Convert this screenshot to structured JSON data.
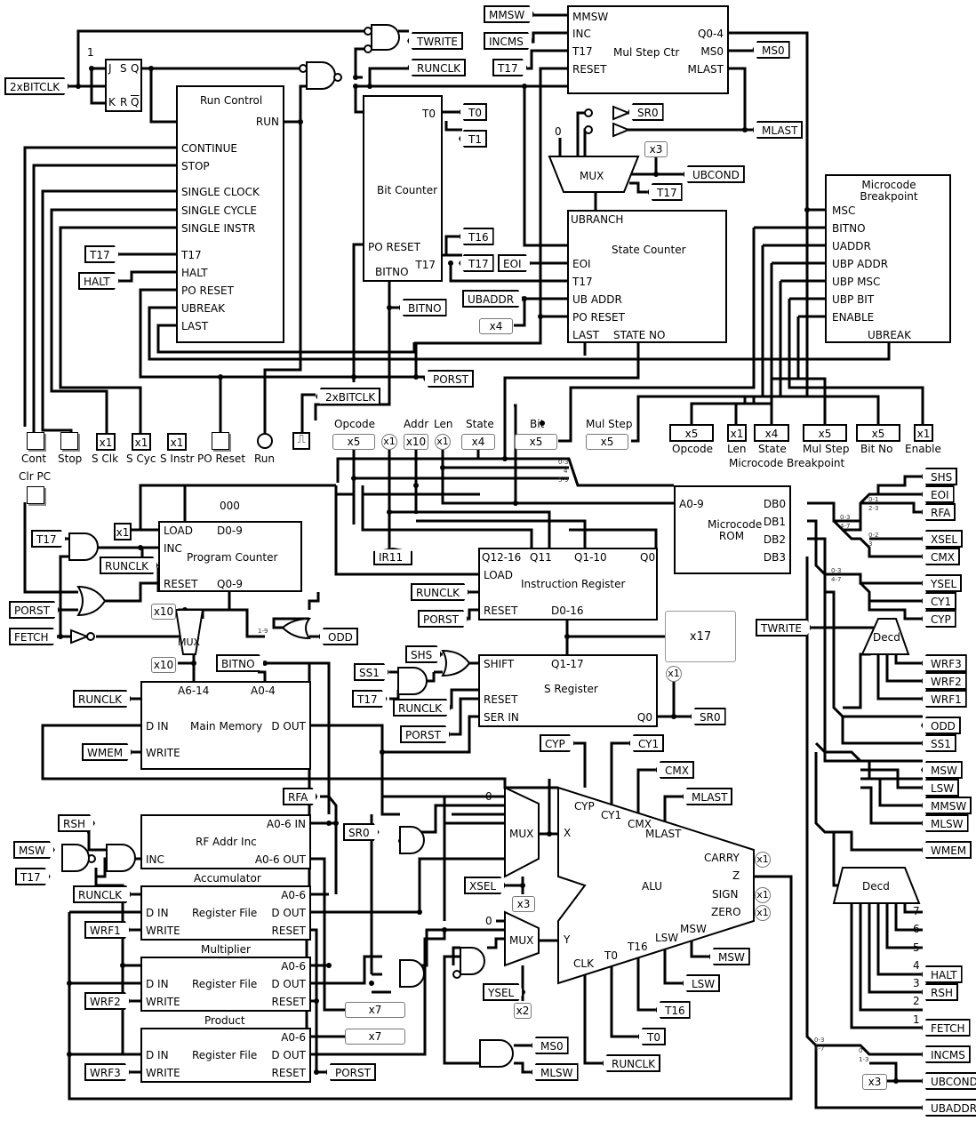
{
  "components": {
    "run_control": {
      "title": "Run Control",
      "pins_left": [
        "CONTINUE",
        "STOP",
        "SINGLE CLOCK",
        "SINGLE CYCLE",
        "SINGLE INSTR",
        "T17",
        "HALT",
        "PO RESET",
        "UBREAK",
        "LAST"
      ],
      "pin_right": "RUN"
    },
    "bit_counter": {
      "title": "Bit Counter",
      "pin_t0": "T0",
      "pin_t17": "T17",
      "pin_po_reset": "PO RESET",
      "pin_bitno": "BITNO"
    },
    "mul_step_ctr": {
      "title": "Mul Step Ctr",
      "pins_left": [
        "MMSW",
        "INC",
        "T17",
        "RESET"
      ],
      "pins_right": [
        "Q0-4",
        "MS0",
        "MLAST"
      ]
    },
    "state_counter": {
      "title": "State Counter",
      "pin_top": "UBRANCH",
      "pins_left": [
        "EOI",
        "T17",
        "UB ADDR",
        "PO RESET"
      ],
      "pin_last": "LAST",
      "pin_state_no": "STATE NO"
    },
    "microcode_breakpoint": {
      "title": "Microcode Breakpoint",
      "pins_left": [
        "MSC",
        "BITNO",
        "UADDR",
        "UBP ADDR",
        "UBP MSC",
        "UBP BIT",
        "ENABLE"
      ],
      "pin_bottom": "UBREAK"
    },
    "program_counter": {
      "title": "Program Counter",
      "pins_left": [
        "LOAD",
        "INC",
        "RESET"
      ],
      "pin_d": "D0-9",
      "pin_q": "Q0-9",
      "const": "000"
    },
    "instruction_register": {
      "title": "Instruction Register",
      "pins_top": [
        "Q12-16",
        "Q11",
        "Q1-10",
        "Q0"
      ],
      "pins_left": [
        "LOAD",
        "RESET"
      ],
      "pin_d": "D0-16"
    },
    "microcode_rom": {
      "title": "Microcode ROM",
      "pin_a": "A0-9",
      "pins_right": [
        "DB0",
        "DB1",
        "DB2",
        "DB3"
      ]
    },
    "s_register": {
      "title": "S Register",
      "pins_left": [
        "SHIFT",
        "RESET",
        "SER IN"
      ],
      "pin_q": "Q1-17",
      "pin_q0": "Q0"
    },
    "main_memory": {
      "title": "Main Memory",
      "pins_top": [
        "A6-14",
        "A0-4"
      ],
      "pins_left": [
        "D IN",
        "WRITE"
      ],
      "pin_dout": "D OUT"
    },
    "rf_addr_inc": {
      "title": "RF Addr Inc",
      "pin_inc": "INC",
      "pin_in": "A0-6 IN",
      "pin_out": "A0-6 OUT"
    },
    "register_files": [
      {
        "name": "Accumulator",
        "title": "Register File"
      },
      {
        "name": "Multiplier",
        "title": "Register File"
      },
      {
        "name": "Product",
        "title": "Register File"
      }
    ],
    "rf_pins_left": [
      "D IN",
      "WRITE"
    ],
    "rf_pins_right": [
      "A0-6",
      "D OUT",
      "RESET"
    ],
    "alu": {
      "title": "ALU",
      "pins_left": [
        "X",
        "Y"
      ],
      "pins_top": [
        "CYP",
        "CY1",
        "CMX",
        "MLAST"
      ],
      "pins_right": [
        "CARRY",
        "Z",
        "SIGN",
        "ZERO"
      ],
      "pins_bottom": [
        "CLK",
        "T0",
        "T16",
        "LSW",
        "MSW"
      ]
    },
    "mux_label": "MUX",
    "decoder_label": "Decd",
    "decoder_outputs": [
      "7",
      "6",
      "5",
      "4",
      "3",
      "2",
      "1"
    ]
  },
  "tags": {
    "twrite": "TWRITE",
    "runclk": "RUNCLK",
    "bitclk": "2xBITCLK",
    "t0": "T0",
    "t1": "T1",
    "t16": "T16",
    "t17": "T17",
    "halt": "HALT",
    "mmsw": "MMSW",
    "incms": "INCMS",
    "ms0": "MS0",
    "mlast": "MLAST",
    "sr0": "SR0",
    "ubcond": "UBCOND",
    "eoi": "EOI",
    "ubaddr": "UBADDR",
    "bitno": "BITNO",
    "porst": "PORST",
    "ir11": "IR11",
    "fetch": "FETCH",
    "odd": "ODD",
    "shs": "SHS",
    "ss1": "SS1",
    "wmem": "WMEM",
    "rfa": "RFA",
    "rsh": "RSH",
    "msw": "MSW",
    "wrf1": "WRF1",
    "wrf2": "WRF2",
    "wrf3": "WRF3",
    "xsel": "XSEL",
    "ysel": "YSEL",
    "cyp": "CYP",
    "cy1": "CY1",
    "cmx": "CMX",
    "lsw": "LSW",
    "mlsw": "MLSW",
    "rfa_r": "RFA",
    "xsel_r": "XSEL",
    "cmx_r": "CMX",
    "ysel_r": "YSEL",
    "cy1_r": "CY1",
    "cyp_r": "CYP",
    "wrf3_r": "WRF3",
    "wrf2_r": "WRF2",
    "wrf1_r": "WRF1",
    "odd_r": "ODD",
    "ss1_r": "SS1",
    "msw_r": "MSW",
    "lsw_r": "LSW",
    "mmsw_r": "MMSW",
    "mlsw_r": "MLSW",
    "wmem_r": "WMEM",
    "halt_r": "HALT",
    "rsh_r": "RSH",
    "fetch_r": "FETCH",
    "incms_r": "INCMS",
    "ubcond_r": "UBCOND",
    "ubaddr_r": "UBADDR",
    "shs_r": "SHS",
    "eoi_r": "EOI"
  },
  "controls": [
    {
      "label": "Cont",
      "kind": "button"
    },
    {
      "label": "Stop",
      "kind": "button"
    },
    {
      "label": "S Clk",
      "kind": "pin",
      "value": "x1"
    },
    {
      "label": "S Cyc",
      "kind": "pin",
      "value": "x1"
    },
    {
      "label": "S Instr",
      "kind": "pin",
      "value": "x1"
    },
    {
      "label": "PO Reset",
      "kind": "button"
    },
    {
      "label": "Run",
      "kind": "lamp"
    },
    {
      "label": "",
      "kind": "clock"
    }
  ],
  "clr_pc": "Clr PC",
  "probes": {
    "opcode": {
      "label": "Opcode",
      "value": "x5"
    },
    "ir11": {
      "value": "x1"
    },
    "addr": {
      "label": "Addr",
      "value": "x10"
    },
    "len": {
      "label": "Len",
      "value": "x1"
    },
    "state": {
      "label": "State",
      "value": "x4"
    },
    "bit": {
      "label": "Bit",
      "value": "x5"
    },
    "mul_step": {
      "label": "Mul Step",
      "value": "x5"
    },
    "s_reg": {
      "value": "x17"
    },
    "sr0": {
      "value": "x1"
    },
    "pc_q": {
      "value": "x10"
    },
    "mem_a": {
      "value": "x10"
    },
    "ubr_x3": {
      "value": "x3"
    },
    "ubaddr_x4": {
      "value": "x4"
    },
    "xsel_x3": {
      "value": "x3"
    },
    "ysel_x2": {
      "value": "x2"
    },
    "rf_x7a": {
      "value": "x7"
    },
    "rf_x7b": {
      "value": "x7"
    },
    "carry": {
      "value": "x1"
    },
    "sign": {
      "value": "x1"
    },
    "zero": {
      "value": "x1"
    },
    "ubcond_x3": {
      "value": "x3"
    },
    "pc_load": {
      "value": "x1"
    }
  },
  "breakpoint_inputs": {
    "group_label": "Microcode Breakpoint",
    "items": [
      {
        "label": "Opcode",
        "value": "x5"
      },
      {
        "label": "Len",
        "value": "x1"
      },
      {
        "label": "State",
        "value": "x4"
      },
      {
        "label": "Mul Step",
        "value": "x5"
      },
      {
        "label": "Bit No",
        "value": "x5"
      },
      {
        "label": "Enable",
        "value": "x1"
      }
    ]
  },
  "flipflop": {
    "j": "J",
    "k": "K",
    "s": "S",
    "r": "R",
    "q": "Q",
    "qn": "Q",
    "const": "1"
  },
  "split_labels": {
    "a": "0-3",
    "b": "4",
    "c": "5-9",
    "d": "4-7",
    "e": "0-1",
    "f": "2-3",
    "g": "0-2",
    "h": "3",
    "i": "2",
    "j": "0",
    "k": "1",
    "l": "1-3",
    "m": "1-9"
  },
  "zero_const": "0"
}
